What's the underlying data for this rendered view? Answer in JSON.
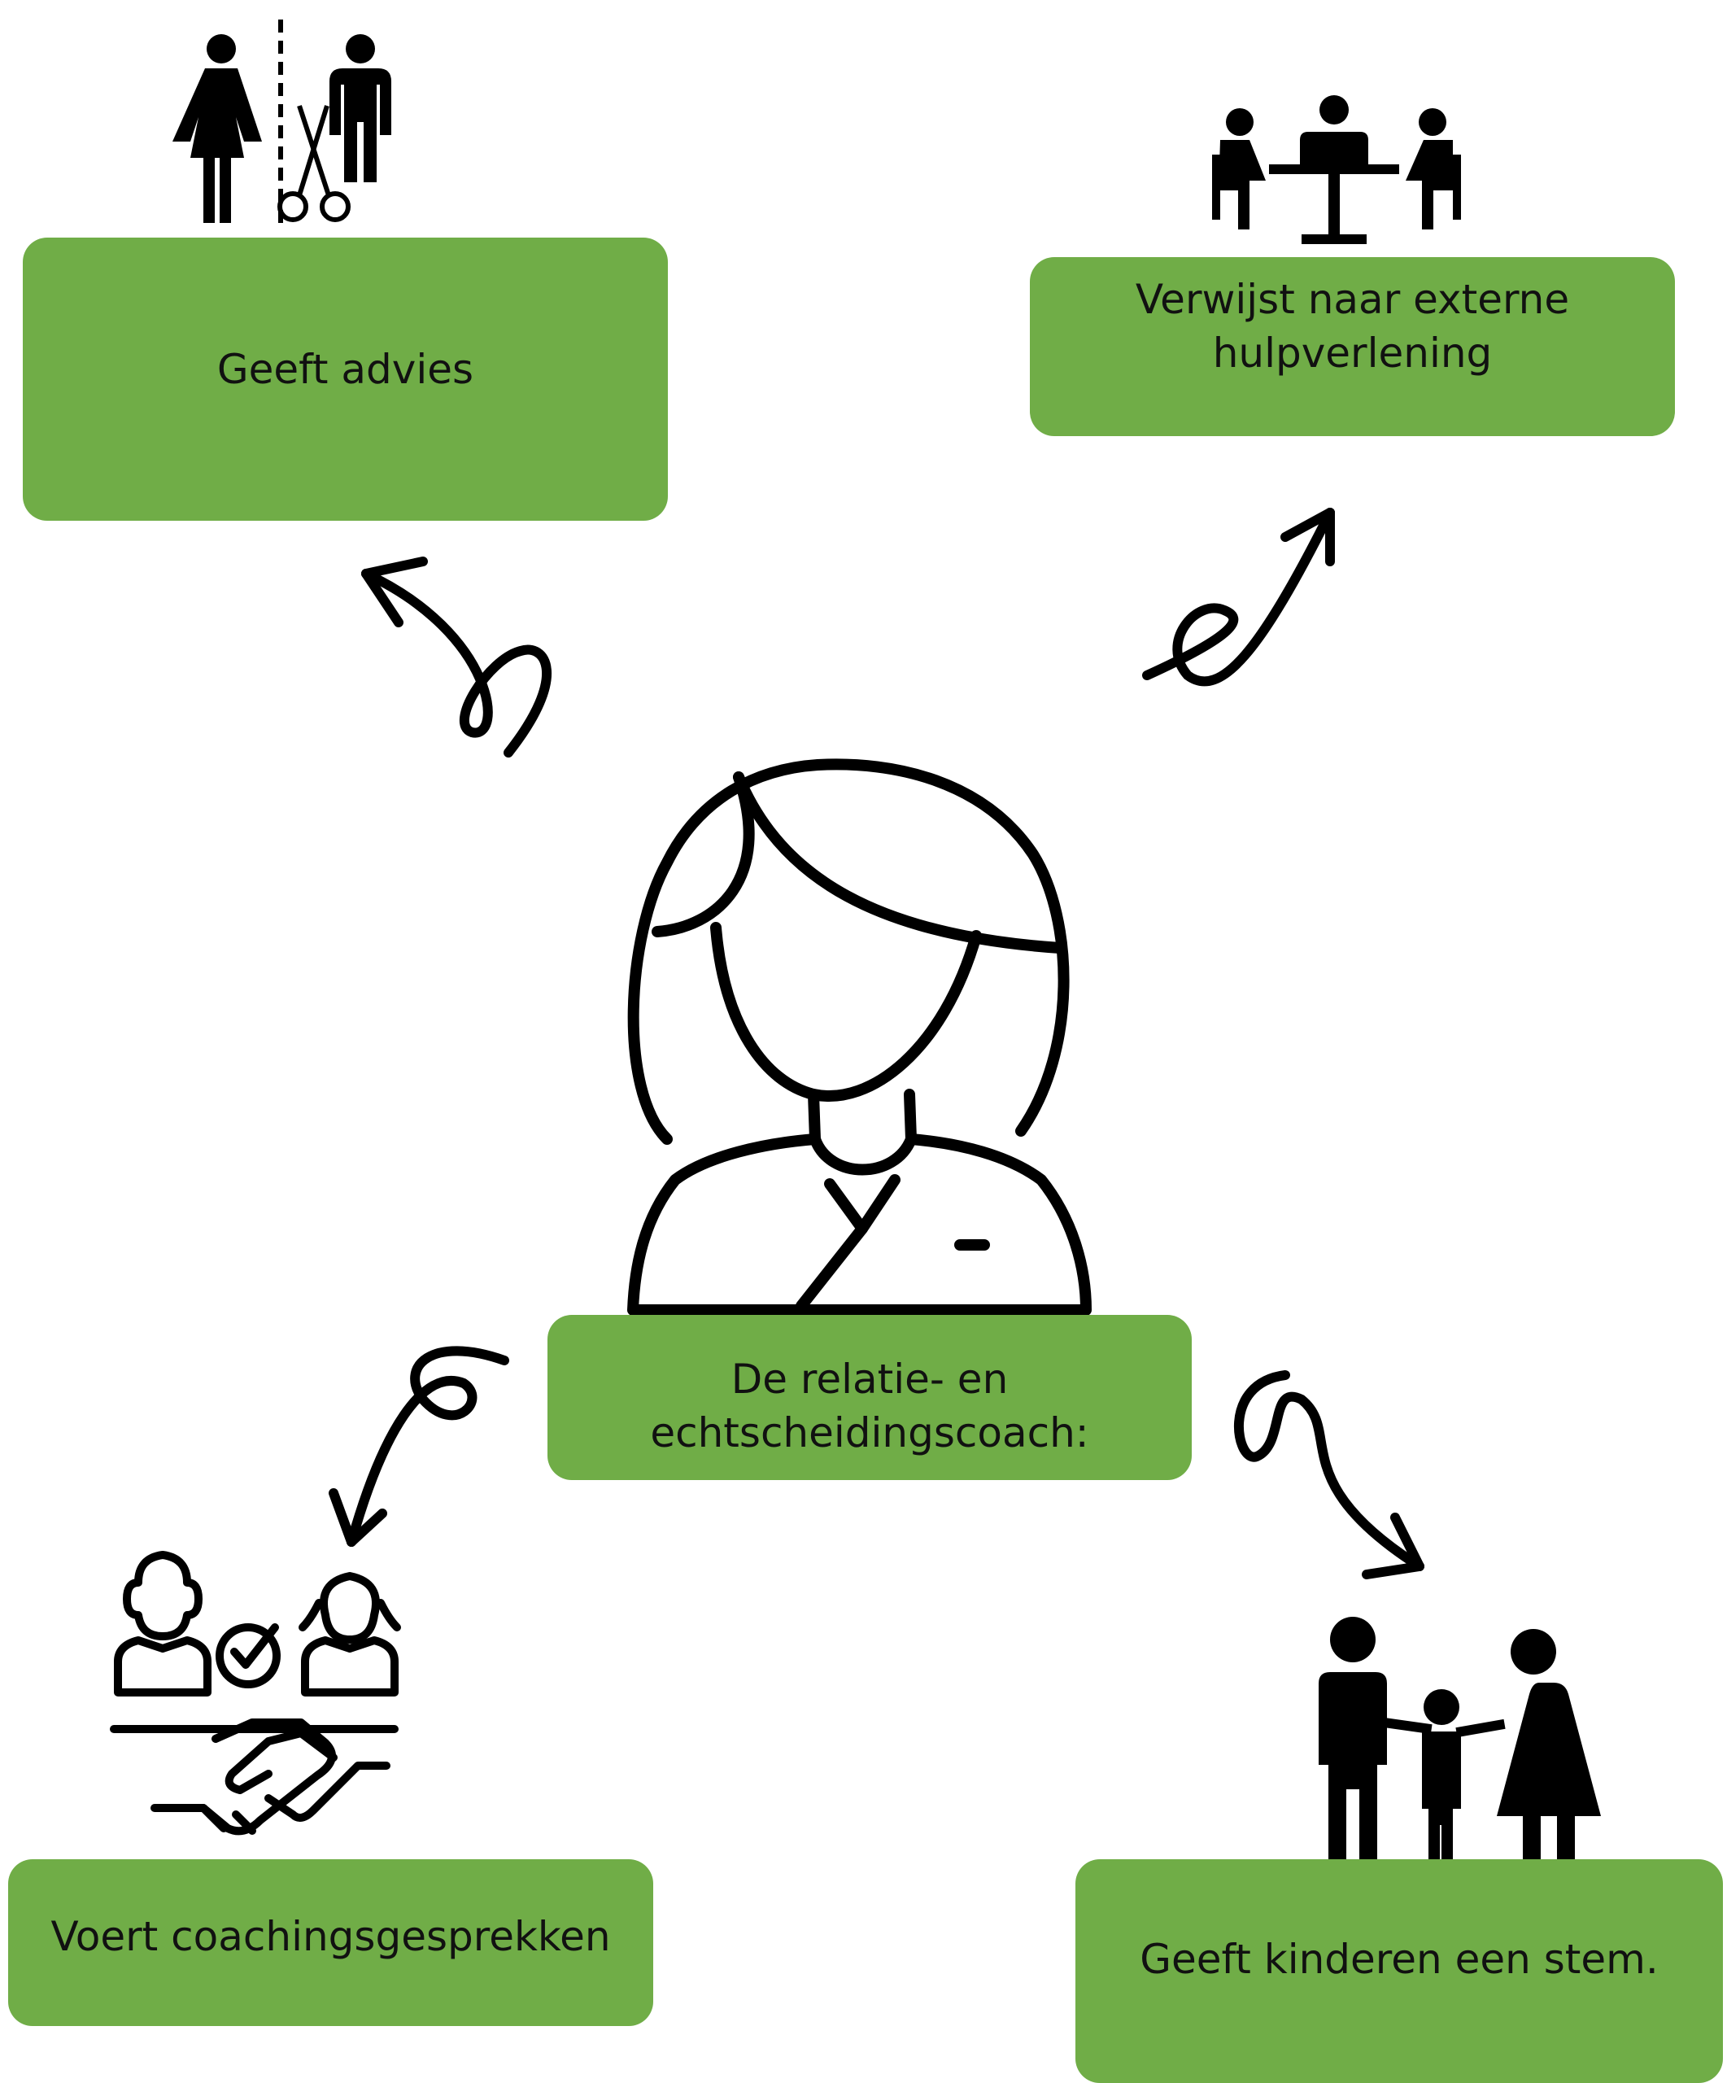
{
  "center": {
    "label": "De relatie- en\nechtscheidingscoach:"
  },
  "nodes": {
    "advies": {
      "label": "Geeft advies",
      "icon": "divorce-scissors-icon"
    },
    "extern": {
      "label": "Verwijst naar externe\nhulpverlening",
      "icon": "meeting-table-icon"
    },
    "coaching": {
      "label": "Voert coachingsgesprekken",
      "icon": "coaching-handshake-icon"
    },
    "kinderen": {
      "label": "Geeft kinderen een stem.",
      "icon": "family-child-icon"
    }
  },
  "colors": {
    "box": "#70ad47",
    "line": "#000000",
    "background": "#ffffff"
  }
}
